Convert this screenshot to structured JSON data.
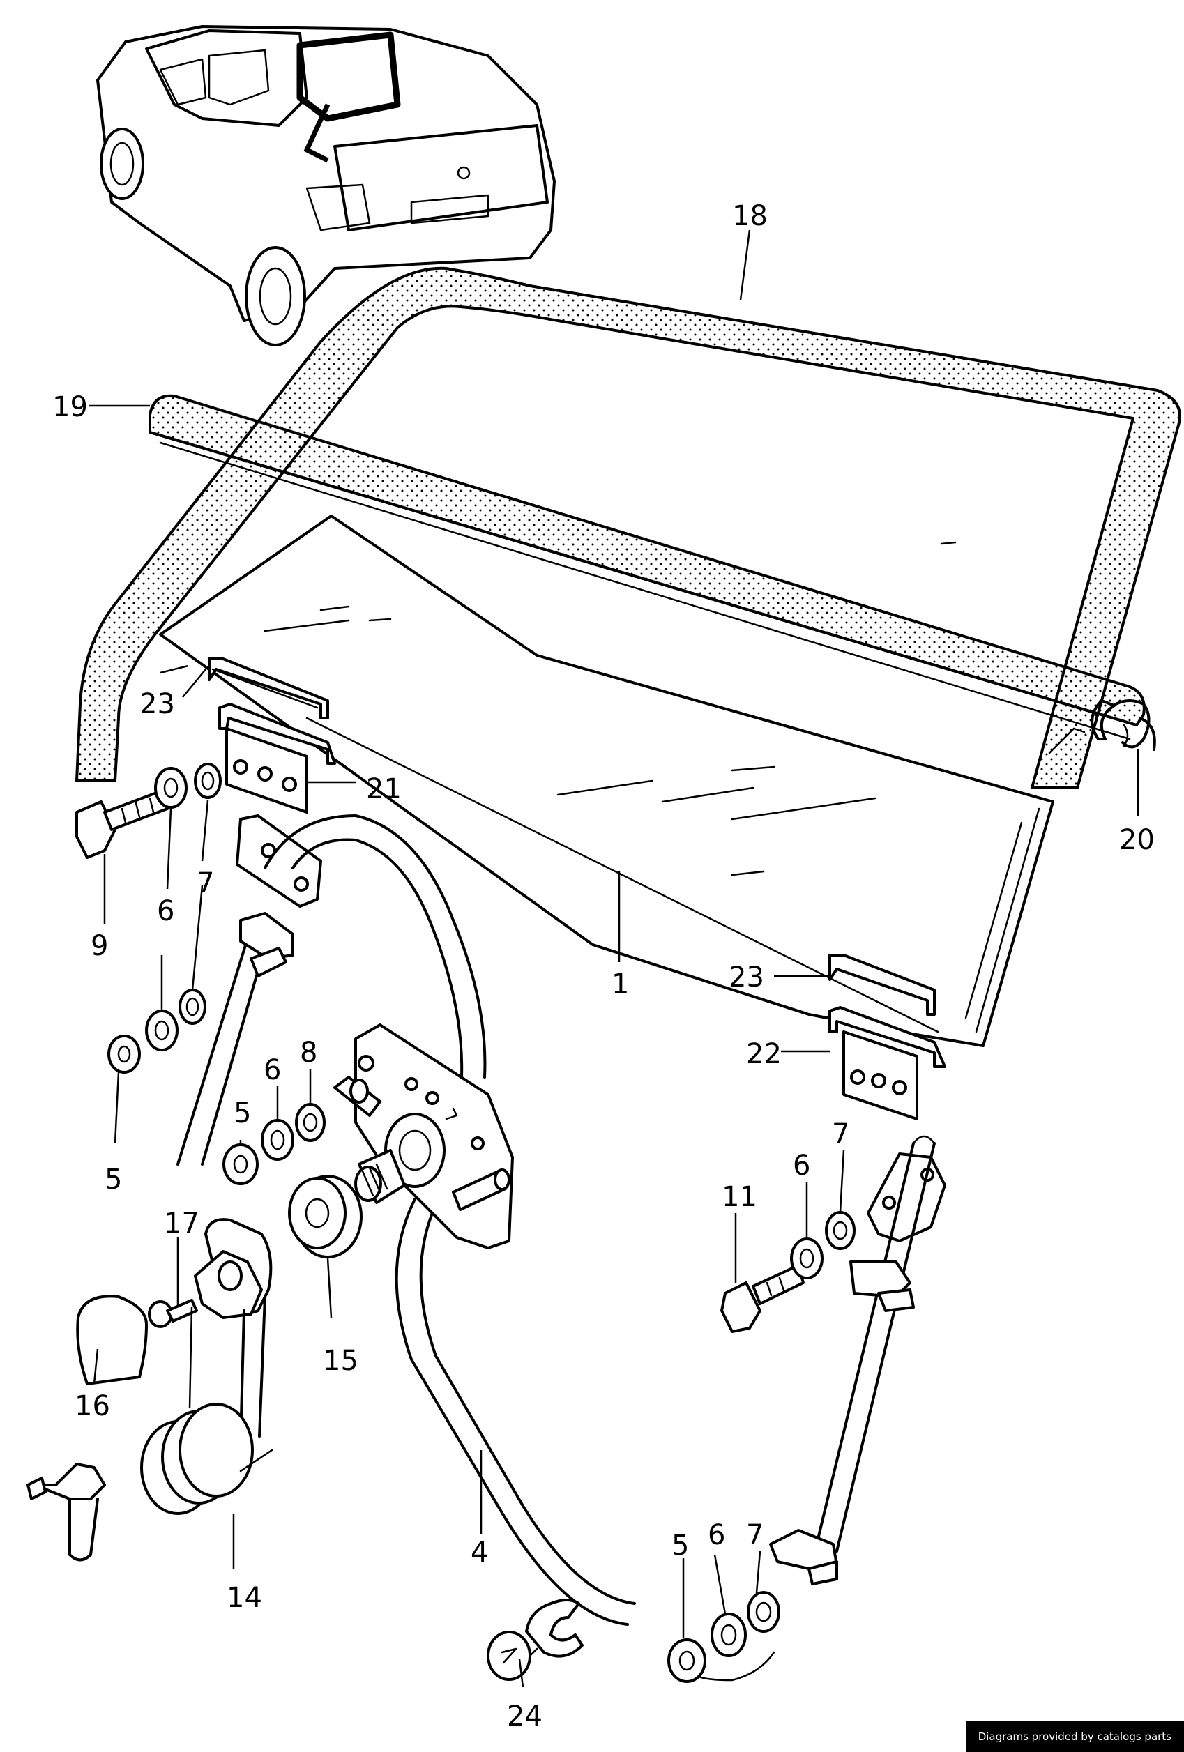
{
  "callouts": {
    "c1": "1",
    "c4": "4",
    "c5a": "5",
    "c5b": "5",
    "c5c": "5",
    "c6a": "6",
    "c6b": "6",
    "c6c": "6",
    "c6d": "6",
    "c7a": "7",
    "c7b": "7",
    "c7c": "7",
    "c8": "8",
    "c9": "9",
    "c11": "11",
    "c14": "14",
    "c15": "15",
    "c16": "16",
    "c17": "17",
    "c18": "18",
    "c19": "19",
    "c20": "20",
    "c21": "21",
    "c22": "22",
    "c23a": "23",
    "c23b": "23",
    "c24": "24"
  },
  "credit": "Diagrams provided by catalogs parts"
}
